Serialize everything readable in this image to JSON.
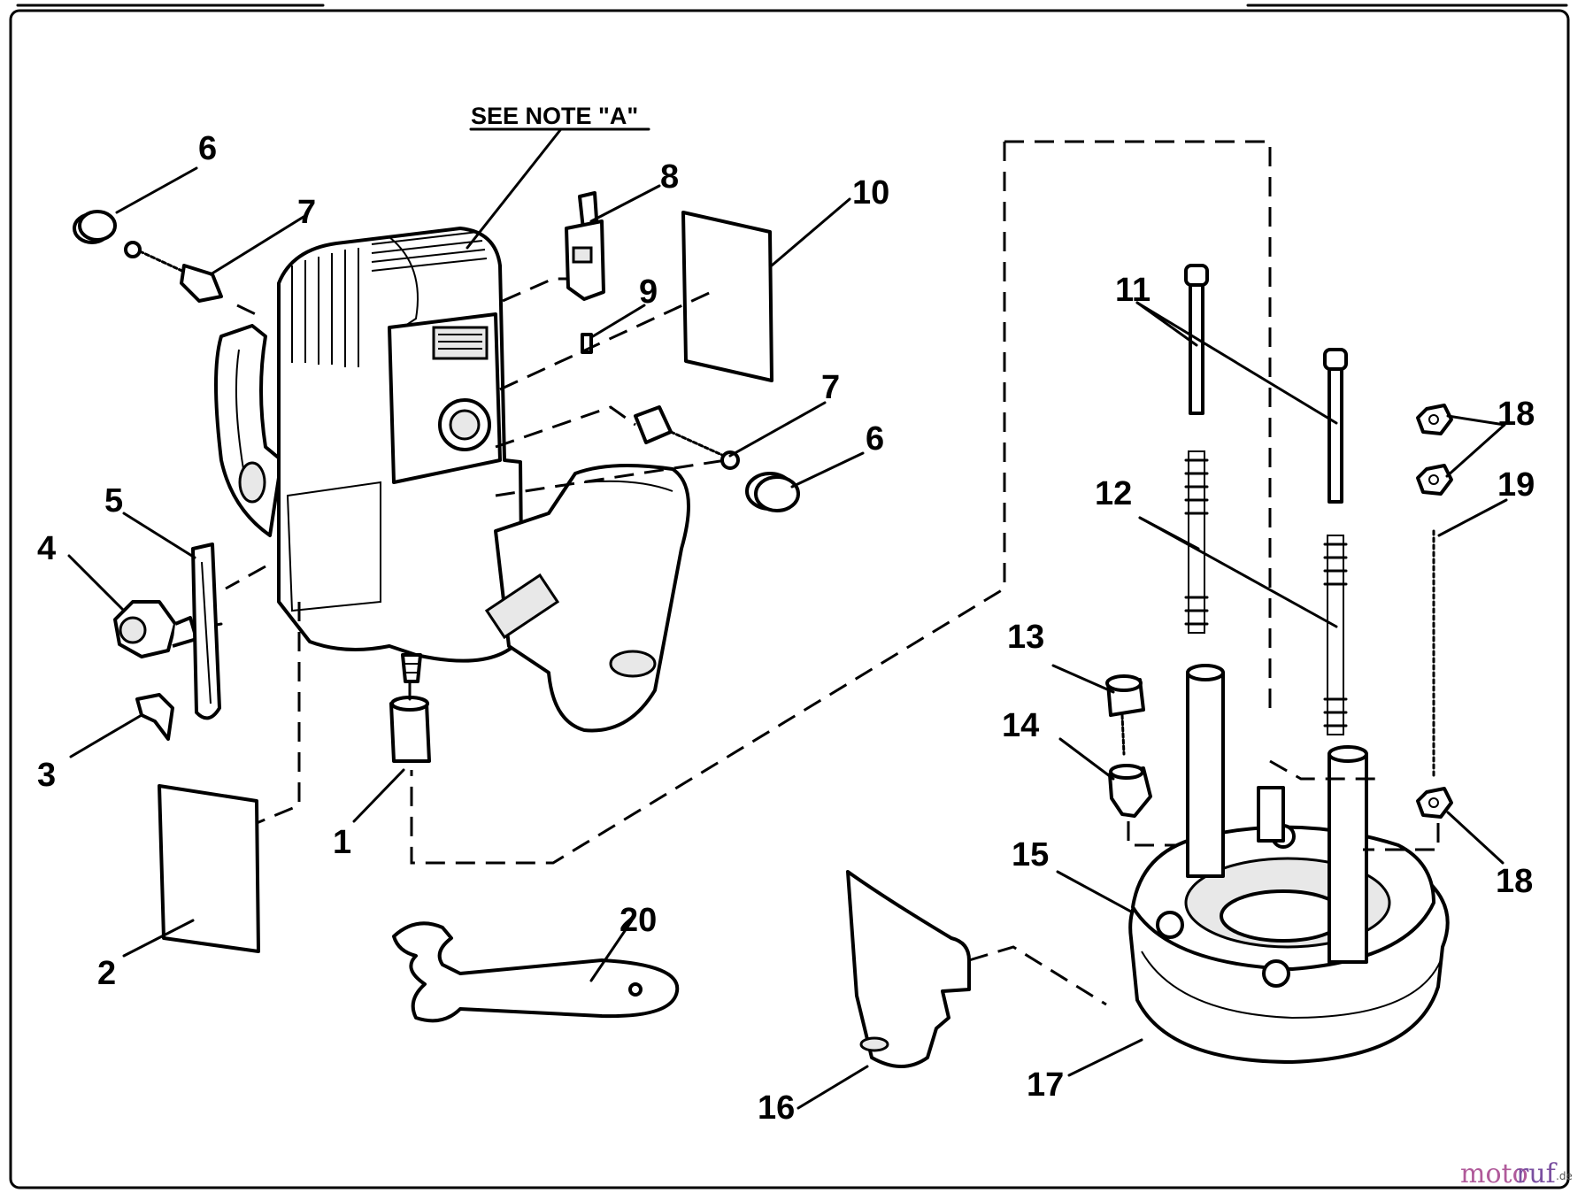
{
  "diagram": {
    "note_label": "SEE NOTE \"A\"",
    "callouts": [
      {
        "id": "c1",
        "text": "1"
      },
      {
        "id": "c2",
        "text": "2"
      },
      {
        "id": "c3",
        "text": "3"
      },
      {
        "id": "c4",
        "text": "4"
      },
      {
        "id": "c5",
        "text": "5"
      },
      {
        "id": "c6a",
        "text": "6"
      },
      {
        "id": "c6b",
        "text": "6"
      },
      {
        "id": "c7a",
        "text": "7"
      },
      {
        "id": "c7b",
        "text": "7"
      },
      {
        "id": "c8",
        "text": "8"
      },
      {
        "id": "c9",
        "text": "9"
      },
      {
        "id": "c10",
        "text": "10"
      },
      {
        "id": "c11",
        "text": "11"
      },
      {
        "id": "c12",
        "text": "12"
      },
      {
        "id": "c13",
        "text": "13"
      },
      {
        "id": "c14",
        "text": "14"
      },
      {
        "id": "c15",
        "text": "15"
      },
      {
        "id": "c16",
        "text": "16"
      },
      {
        "id": "c17",
        "text": "17"
      },
      {
        "id": "c18a",
        "text": "18"
      },
      {
        "id": "c18b",
        "text": "18"
      },
      {
        "id": "c19",
        "text": "19"
      },
      {
        "id": "c20",
        "text": "20"
      }
    ]
  },
  "watermark": {
    "part1": "moto",
    "part2": "ruf",
    "suffix": ".de"
  }
}
